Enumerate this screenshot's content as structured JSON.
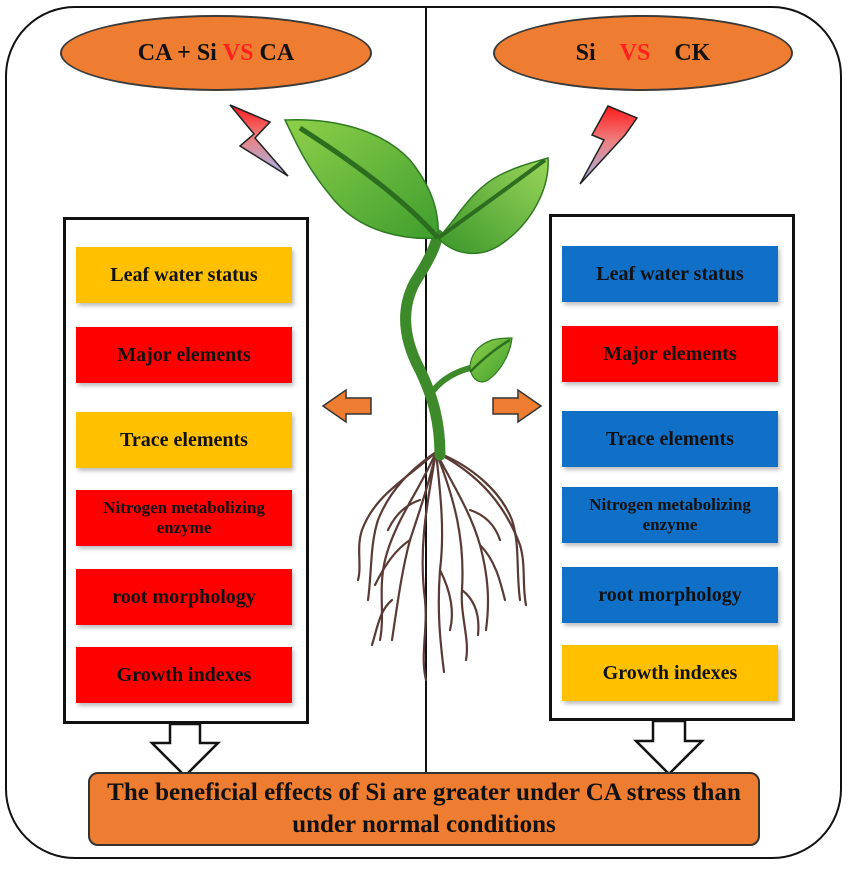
{
  "left_comparison": {
    "part1": "CA + Si",
    "vs": "VS",
    "part2": "CA"
  },
  "right_comparison": {
    "part1": "Si",
    "vs": "VS",
    "part2": "CK"
  },
  "left_panel": {
    "items": [
      {
        "label": "Leaf water status",
        "color": "yellow"
      },
      {
        "label": "Major elements",
        "color": "red"
      },
      {
        "label": "Trace elements",
        "color": "yellow"
      },
      {
        "label": "Nitrogen metabolizing enzyme",
        "color": "red"
      },
      {
        "label": "root morphology",
        "color": "red"
      },
      {
        "label": "Growth indexes",
        "color": "red"
      }
    ]
  },
  "right_panel": {
    "items": [
      {
        "label": "Leaf water status",
        "color": "blue"
      },
      {
        "label": "Major elements",
        "color": "red"
      },
      {
        "label": "Trace elements",
        "color": "blue"
      },
      {
        "label": "Nitrogen metabolizing enzyme",
        "color": "blue"
      },
      {
        "label": "root morphology",
        "color": "blue"
      },
      {
        "label": "Growth indexes",
        "color": "yellow"
      }
    ]
  },
  "summary": {
    "text": "The beneficial effects of Si are greater under CA stress than under normal conditions"
  },
  "colors": {
    "orange": "#ee7d31",
    "red": "#ff0000",
    "yellow": "#ffc000",
    "blue": "#1070c8",
    "vs": "#ff2020"
  }
}
